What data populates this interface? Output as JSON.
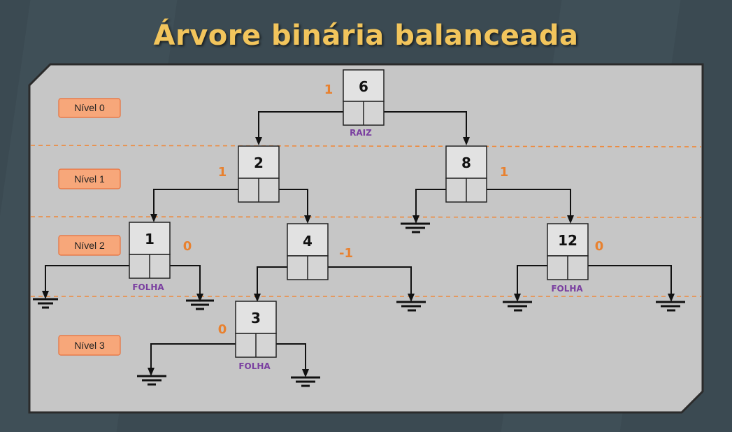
{
  "title": "Árvore binária balanceada",
  "levels": [
    "Nível 0",
    "Nível 1",
    "Nível 2",
    "Nível 3"
  ],
  "nodes": [
    {
      "id": "n6",
      "key": "6",
      "balance": "1",
      "tag": "RAIZ"
    },
    {
      "id": "n2",
      "key": "2",
      "balance": "1",
      "tag": ""
    },
    {
      "id": "n8",
      "key": "8",
      "balance": "1",
      "tag": ""
    },
    {
      "id": "n1",
      "key": "1",
      "balance": "0",
      "tag": "FOLHA"
    },
    {
      "id": "n4",
      "key": "4",
      "balance": "-1",
      "tag": ""
    },
    {
      "id": "n12",
      "key": "12",
      "balance": "0",
      "tag": "FOLHA"
    },
    {
      "id": "n3",
      "key": "3",
      "balance": "0",
      "tag": "FOLHA"
    }
  ],
  "colors": {
    "title": "#f2c55c",
    "balance": "#e8812f",
    "tag": "#7a3fa0",
    "level_box": "#f7a77a",
    "level_border": "#e8703a",
    "divider": "#ee8a3e",
    "panel": "#c6c6c6",
    "node_fill": "#e2e2e2"
  }
}
